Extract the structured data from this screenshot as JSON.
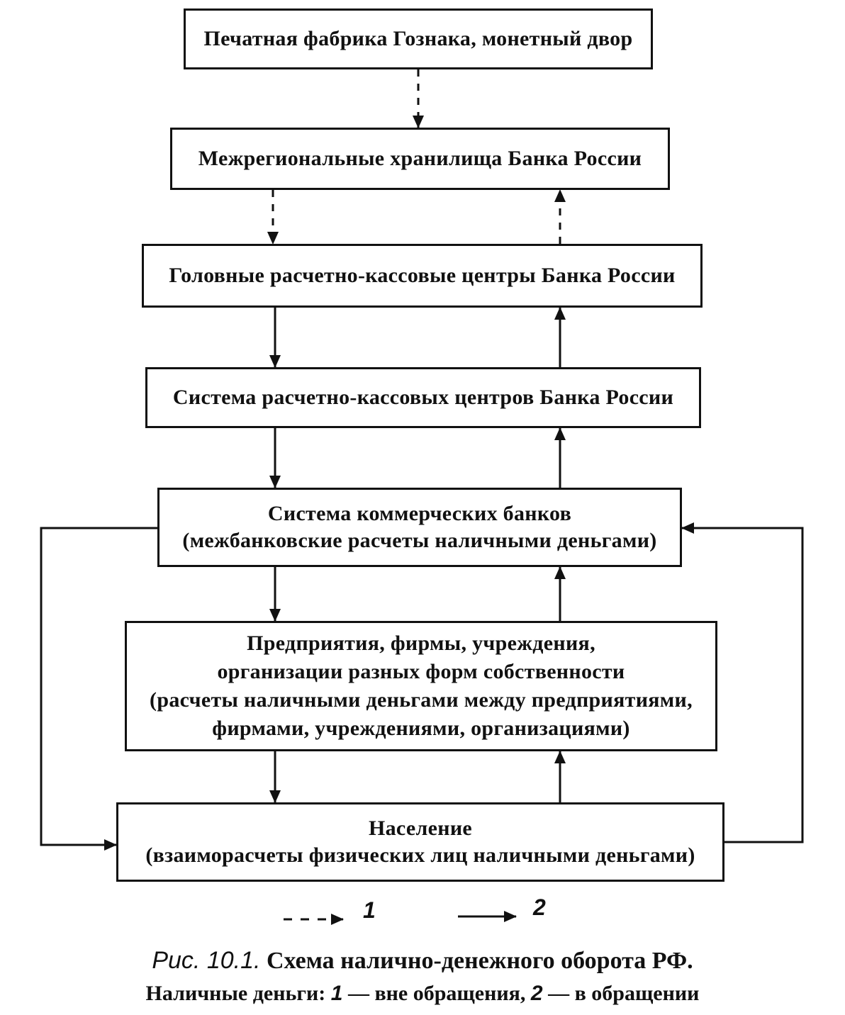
{
  "diagram": {
    "boxes": [
      {
        "id": "mint",
        "lines": [
          "Печатная фабрика Гознака, монетный двор"
        ]
      },
      {
        "id": "vaults",
        "lines": [
          "Межрегиональные хранилища Банка России"
        ]
      },
      {
        "id": "head_rkc",
        "lines": [
          "Головные расчетно-кассовые центры Банка России"
        ]
      },
      {
        "id": "rkc_system",
        "lines": [
          "Система расчетно-кассовых центров Банка России"
        ]
      },
      {
        "id": "commercial_banks",
        "lines": [
          "Система коммерческих банков",
          "(межбанковские расчеты наличными деньгами)"
        ]
      },
      {
        "id": "enterprises",
        "lines": [
          "Предприятия, фирмы, учреждения,",
          "организации разных форм собственности",
          "(расчеты наличными деньгами между предприятиями,",
          "фирмами, учреждениями, организациями)"
        ]
      },
      {
        "id": "population",
        "lines": [
          "Население",
          "(взаиморасчеты физических лиц наличными деньгами)"
        ]
      }
    ],
    "edges": [
      {
        "from": "mint",
        "to": "vaults",
        "kind": "1"
      },
      {
        "from": "vaults",
        "to": "head_rkc",
        "kind": "1"
      },
      {
        "from": "head_rkc",
        "to": "vaults",
        "kind": "1"
      },
      {
        "from": "head_rkc",
        "to": "rkc_system",
        "kind": "2"
      },
      {
        "from": "rkc_system",
        "to": "head_rkc",
        "kind": "2"
      },
      {
        "from": "rkc_system",
        "to": "commercial_banks",
        "kind": "2"
      },
      {
        "from": "commercial_banks",
        "to": "rkc_system",
        "kind": "2"
      },
      {
        "from": "commercial_banks",
        "to": "enterprises",
        "kind": "2"
      },
      {
        "from": "enterprises",
        "to": "commercial_banks",
        "kind": "2"
      },
      {
        "from": "enterprises",
        "to": "population",
        "kind": "2"
      },
      {
        "from": "population",
        "to": "enterprises",
        "kind": "2"
      },
      {
        "from": "commercial_banks",
        "to": "population",
        "kind": "2"
      },
      {
        "from": "population",
        "to": "commercial_banks",
        "kind": "2"
      }
    ]
  },
  "legend": {
    "dashed_label": "1",
    "solid_label": "2"
  },
  "caption": {
    "fig_label": "Рис. 10.1.",
    "title": "Схема налично-денежного оборота РФ.",
    "line2_prefix": "Наличные деньги:",
    "item1_num": "1",
    "item1_text": "— вне обращения,",
    "item2_num": "2",
    "item2_text": "— в обращении"
  }
}
